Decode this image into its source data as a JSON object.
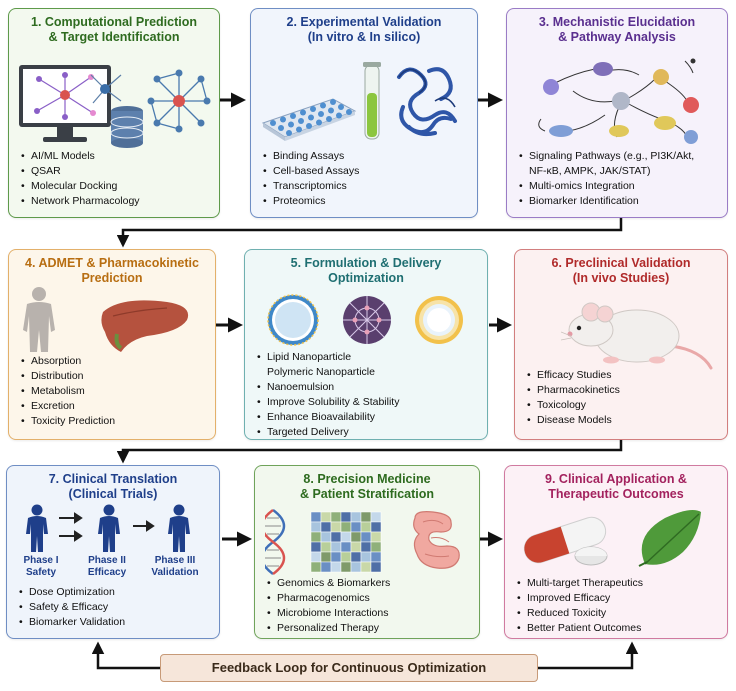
{
  "panels": {
    "p1": {
      "title1": "1. Computational Prediction",
      "title2": "& Target Identification",
      "bullets": [
        "AI/ML Models",
        "QSAR",
        "Molecular Docking",
        "Network Pharmacology"
      ]
    },
    "p2": {
      "title1": "2. Experimental Validation",
      "title2": "(In vitro & In silico)",
      "bullets": [
        "Binding Assays",
        "Cell-based Assays",
        "Transcriptomics",
        "Proteomics"
      ]
    },
    "p3": {
      "title1": "3. Mechanistic Elucidation",
      "title2": "& Pathway Analysis",
      "bullets": [
        "Signaling Pathways (e.g., PI3K/Akt,",
        "NF-κB, AMPK, JAK/STAT)",
        "Multi-omics Integration",
        "Biomarker Identification"
      ]
    },
    "p4": {
      "title1": "4. ADMET & Pharmacokinetic",
      "title2": "Prediction",
      "bullets": [
        "Absorption",
        "Distribution",
        "Metabolism",
        "Excretion",
        "Toxicity Prediction"
      ]
    },
    "p5": {
      "title1": "5. Formulation & Delivery",
      "title2": "Optimization",
      "bullets": [
        "Lipid Nanoparticle",
        "Polymeric Nanoparticle",
        "Nanoemulsion",
        "Improve Solubility & Stability",
        "Enhance Bioavailability",
        "Targeted Delivery"
      ]
    },
    "p6": {
      "title1": "6. Preclinical Validation",
      "title2": "(In vivo Studies)",
      "bullets": [
        "Efficacy Studies",
        "Pharmacokinetics",
        "Toxicology",
        "Disease Models"
      ]
    },
    "p7": {
      "title1": "7. Clinical Translation",
      "title2": "(Clinical Trials)",
      "bullets": [
        "Dose Optimization",
        "Safety & Efficacy",
        "Biomarker Validation"
      ],
      "phases": [
        {
          "name": "Phase I",
          "sub": "Safety"
        },
        {
          "name": "Phase II",
          "sub": "Efficacy"
        },
        {
          "name": "Phase III",
          "sub": "Validation"
        }
      ]
    },
    "p8": {
      "title1": "8. Precision Medicine",
      "title2": "& Patient Stratification",
      "bullets": [
        "Genomics & Biomarkers",
        "Pharmacogenomics",
        "Microbiome Interactions",
        "Personalized Therapy"
      ]
    },
    "p9": {
      "title1": "9. Clinical Application &",
      "title2": "Therapeutic Outcomes",
      "bullets": [
        "Multi-target Therapeutics",
        "Improved Efficacy",
        "Reduced Toxicity",
        "Better Patient Outcomes"
      ]
    }
  },
  "feedback": "Feedback Loop for Continuous Optimization",
  "colors": {
    "arrow": "#111111",
    "feedback_border": "#c79a78"
  }
}
